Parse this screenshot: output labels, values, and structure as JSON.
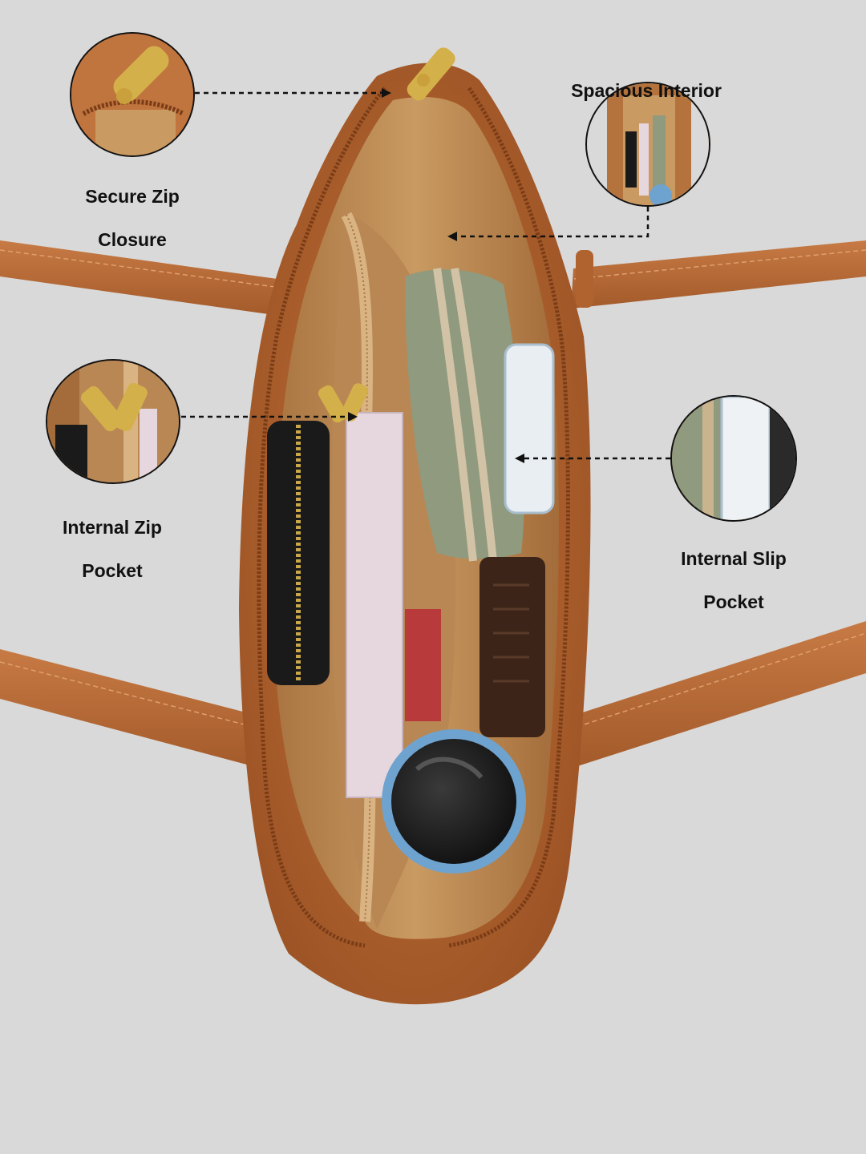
{
  "features": {
    "zip_closure": {
      "line1": "Secure Zip",
      "line2": "Closure"
    },
    "interior": {
      "line1": "Spacious Interior"
    },
    "zip_pocket": {
      "line1": "Internal Zip",
      "line2": "Pocket"
    },
    "slip_pocket": {
      "line1": "Internal Slip",
      "line2": "Pocket"
    }
  },
  "colors": {
    "background": "#d9d9d9",
    "leather": "#b8662f",
    "leather_dark": "#8e4a20",
    "lining": "#c8965e",
    "lining_light": "#d9b482",
    "olive_pouch": "#8f9a7e",
    "zip_gold": "#d4b04a"
  }
}
